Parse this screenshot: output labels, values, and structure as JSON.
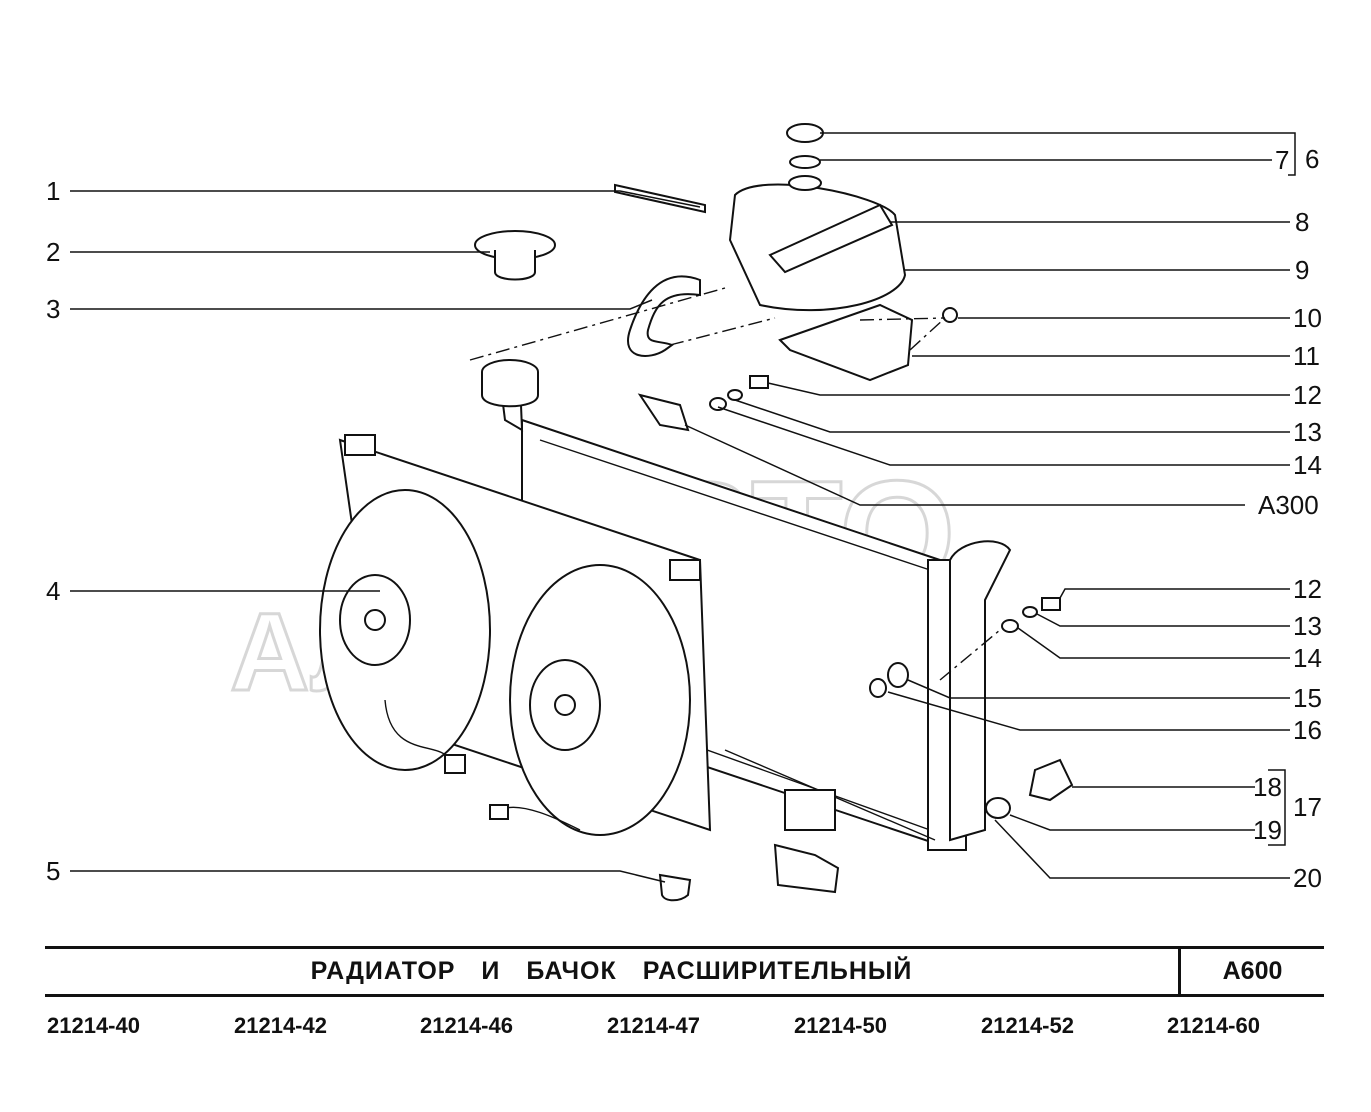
{
  "title": "РАДИАТОР И БАЧОК РАСШИРИТЕЛЬНЫЙ",
  "code": "A600",
  "models": [
    "21214-40",
    "21214-42",
    "21214-46",
    "21214-47",
    "21214-50",
    "21214-52",
    "21214-60"
  ],
  "watermark": {
    "line1": "АВТО",
    "line2": "АЛЬЯНС"
  },
  "callouts_left": [
    "1",
    "2",
    "3",
    "4",
    "5"
  ],
  "callouts_right": [
    "6",
    "7",
    "8",
    "9",
    "10",
    "11",
    "12",
    "13",
    "14",
    "A300",
    "12",
    "13",
    "14",
    "15",
    "16",
    "18",
    "17",
    "19",
    "20"
  ]
}
